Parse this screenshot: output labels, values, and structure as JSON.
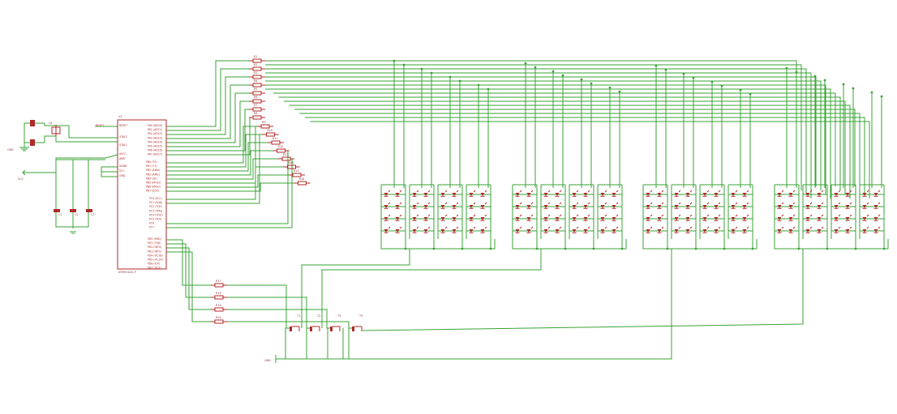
{
  "schematic": {
    "mcu_name": "U1",
    "mcu_value": "ATMEGA32-P",
    "reset_label": "RESET",
    "crystal_name": "Q1",
    "gnd_label": "GND",
    "vcc_label": "VCC",
    "colors": {
      "wire": "#3aa335",
      "part": "#b02a2a",
      "text": "#8a3a3a",
      "background": "#ffffff"
    },
    "mcu_left_pins": [
      "RESET",
      "XTAL2",
      "XTAL1",
      "AVCC",
      "AREF",
      "AGND",
      "VCC",
      "GND"
    ],
    "mcu_right_pins_a": [
      "PA0 (ADC0)",
      "PA1 (ADC1)",
      "PA2 (ADC2)",
      "PA3 (ADC3)",
      "PA4 (ADC4)",
      "PA5 (ADC5)",
      "PA6 (ADC6)",
      "PA7 (ADC7)"
    ],
    "mcu_right_pins_b": [
      "PB0 (T0)",
      "PB1 (T1)",
      "PB2 (AIN0)",
      "PB3 (AIN1)",
      "PB4 (SS)",
      "PB5 (MOSI)",
      "PB6 (MISO)",
      "PB7 (SCK)"
    ],
    "mcu_right_pins_c": [
      "PC0 (SCL)",
      "PC1 (SDA)",
      "PC2 (TCK)",
      "PC3 (TMS)",
      "PC4 (TDO)",
      "PC5 (TDI)",
      "PC6",
      "PC7"
    ],
    "mcu_right_pins_d": [
      "PD0 (RXD)",
      "PD1 (TXD)",
      "PD2 (INT0)",
      "PD3 (INT1)",
      "PD4 (OC1B)",
      "PD5 (OC1A)",
      "PD6 (ICP)",
      "PD7 (OC2)"
    ],
    "top_resistors": [
      "R1",
      "R2",
      "R3",
      "R4",
      "R5",
      "R6",
      "R7",
      "R8"
    ],
    "mid_resistors": [
      "R9",
      "R10",
      "R11",
      "R12",
      "R13",
      "R14",
      "R15",
      "R16"
    ],
    "bottom_resistors": [
      "R17",
      "R18",
      "R19",
      "R20"
    ],
    "transistors": [
      "T1",
      "T2",
      "T3",
      "T4"
    ],
    "capacitors": [
      "C1",
      "C2",
      "C3"
    ]
  }
}
